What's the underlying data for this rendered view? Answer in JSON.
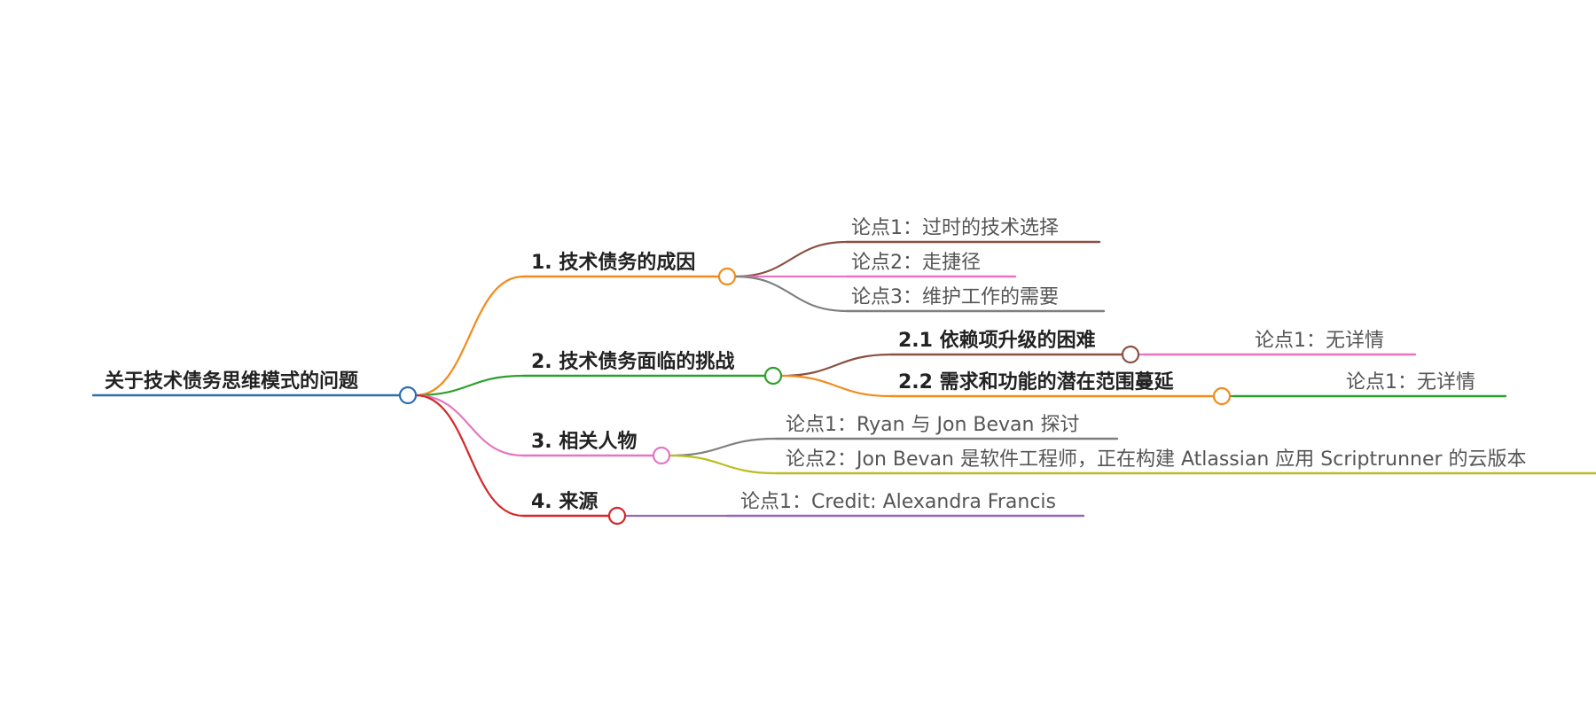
{
  "mindmap": {
    "root": {
      "label": "关于技术债务思维模式的问题",
      "color": "#2c6fb0"
    },
    "branches": [
      {
        "label": "1. 技术债务的成因",
        "color": "#f28b1c",
        "children": [
          {
            "label": "论点1：过时的技术选择",
            "color": "#8b5144"
          },
          {
            "label": "论点2：走捷径",
            "color": "#e377c2"
          },
          {
            "label": "论点3：维护工作的需要",
            "color": "#7f7f7f"
          }
        ]
      },
      {
        "label": "2. 技术债务面临的挑战",
        "color": "#2ca02c",
        "children": [
          {
            "label": "2.1 依赖项升级的困难",
            "color": "#8b5144",
            "children": [
              {
                "label": "论点1：无详情",
                "color": "#e377c2"
              }
            ]
          },
          {
            "label": "2.2 需求和功能的潜在范围蔓延",
            "color": "#f28b1c",
            "children": [
              {
                "label": "论点1：无详情",
                "color": "#2ca02c"
              }
            ]
          }
        ]
      },
      {
        "label": "3. 相关人物",
        "color": "#e377c2",
        "children": [
          {
            "label": "论点1：Ryan 与 Jon Bevan 探讨",
            "color": "#7f7f7f"
          },
          {
            "label": "论点2：Jon Bevan 是软件工程师，正在构建 Atlassian 应用 Scriptrunner 的云版本",
            "color": "#bcbd22"
          }
        ]
      },
      {
        "label": "4. 来源",
        "color": "#d62728",
        "children": [
          {
            "label": "论点1：Credit: Alexandra Francis",
            "color": "#9467bd"
          }
        ]
      }
    ]
  }
}
